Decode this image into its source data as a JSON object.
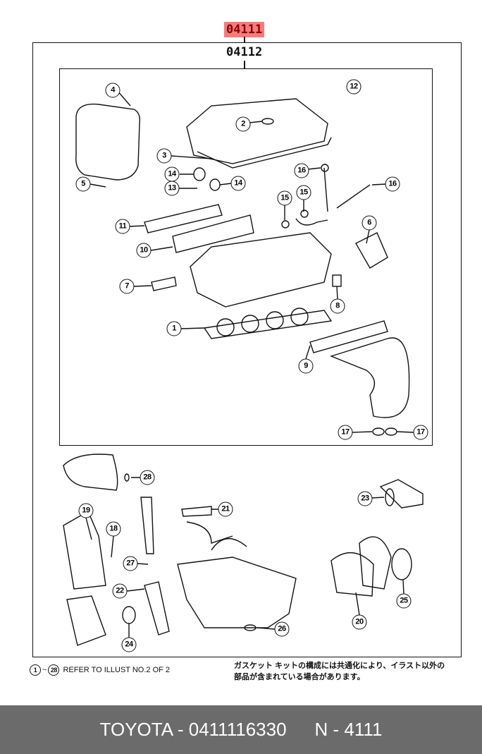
{
  "header": {
    "kit_code": "04111",
    "subkit_code": "04112"
  },
  "callouts": [
    "1",
    "2",
    "3",
    "4",
    "5",
    "6",
    "7",
    "8",
    "9",
    "10",
    "11",
    "12",
    "13",
    "14",
    "15",
    "16",
    "17",
    "18",
    "19",
    "20",
    "21",
    "22",
    "23",
    "24",
    "25",
    "26",
    "27",
    "28"
  ],
  "notes": {
    "refer_range_start": "1",
    "refer_range_end": "28",
    "refer_text": "REFER TO ILLUST NO.2 OF 2",
    "jp_line1": "ガスケット キットの構成には共通化により、イラスト以外の",
    "jp_line2": "部品が含まれている場合があります。"
  },
  "footer": {
    "part": "TOYOTA - 0411116330",
    "ref": "N - 4111"
  },
  "colors": {
    "highlight": "#f47c7c",
    "footer_bg": "#6b6b6b"
  }
}
